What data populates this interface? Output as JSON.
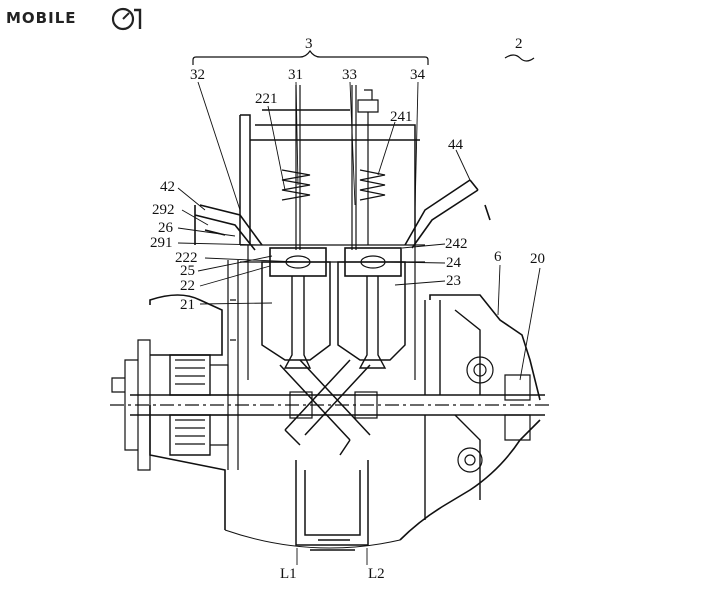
{
  "watermark": {
    "logo_text": "MOBILE",
    "logo_icon": "speedometer-01-icon"
  },
  "labels": {
    "l2": "2",
    "l3": "3",
    "l32": "32",
    "l31": "31",
    "l33": "33",
    "l34": "34",
    "l221": "221",
    "l241": "241",
    "l44": "44",
    "l42": "42",
    "l292": "292",
    "l26": "26",
    "l291": "291",
    "l242": "242",
    "l222": "222",
    "l25": "25",
    "l24": "24",
    "l22": "22",
    "l23": "23",
    "l21": "21",
    "l6": "6",
    "l20": "20",
    "lL1": "L1",
    "lL2": "L2"
  },
  "colors": {
    "ink": "#111111",
    "background": "#ffffff"
  }
}
